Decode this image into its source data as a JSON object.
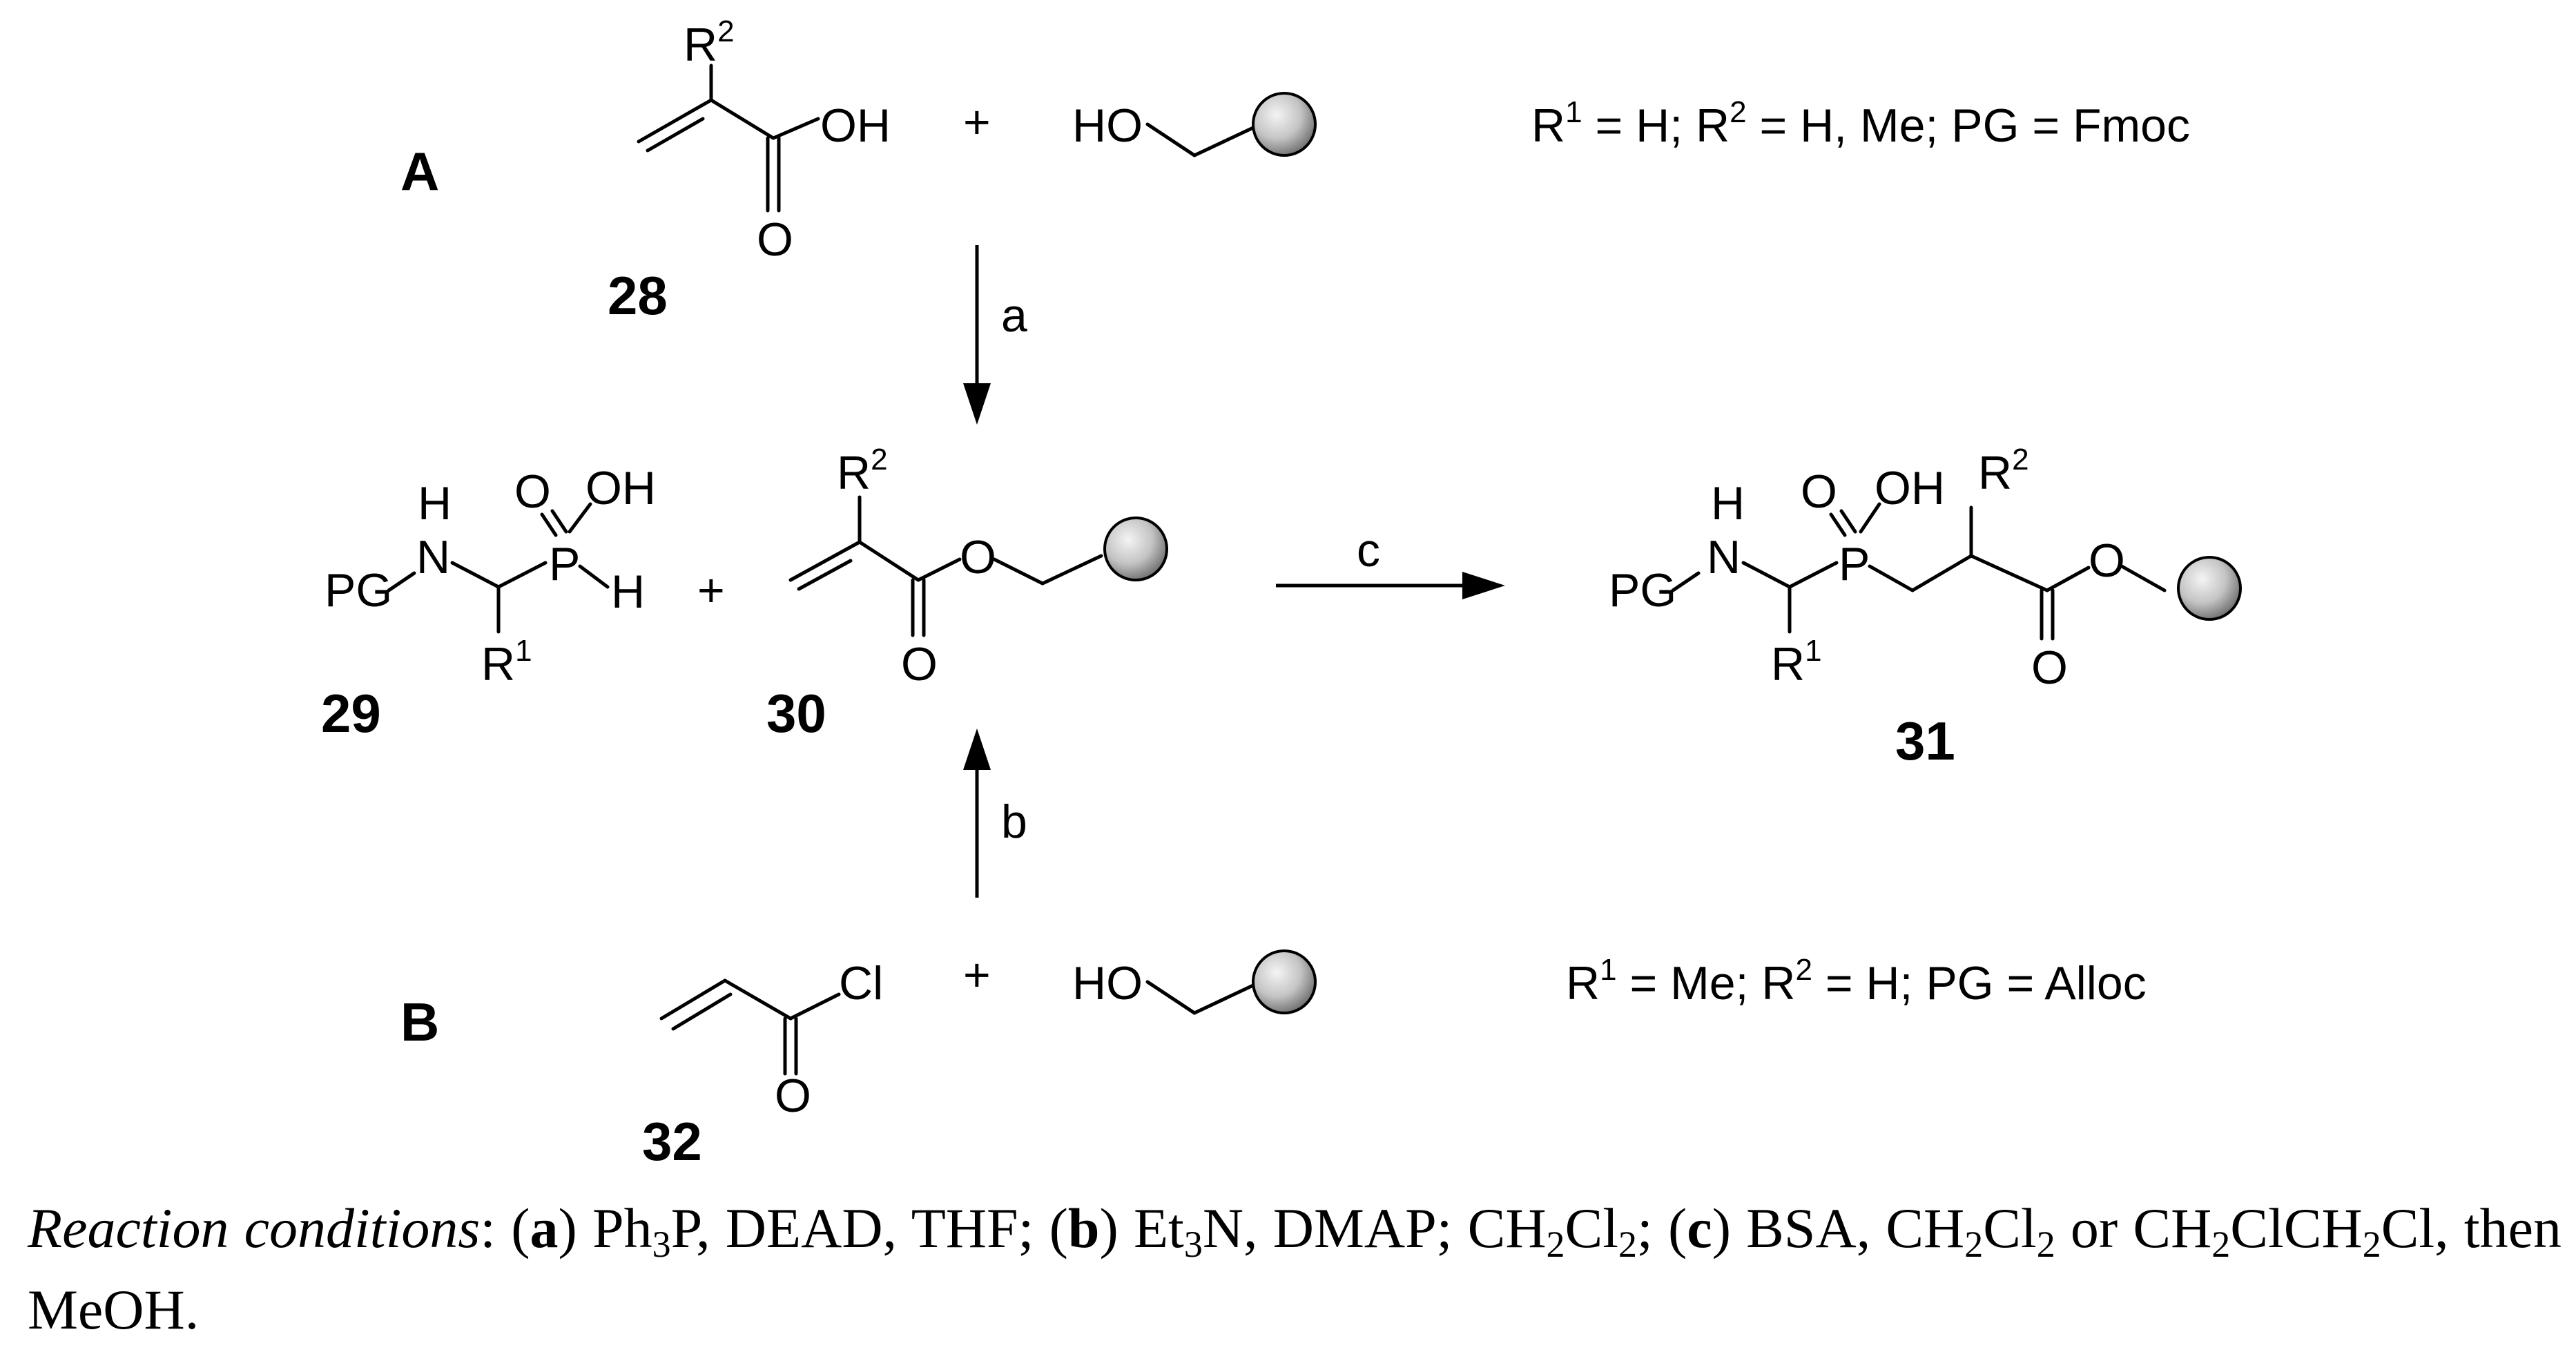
{
  "scheme": {
    "panels": {
      "a": "A",
      "b": "B"
    },
    "plus": "+",
    "compounds": {
      "c28": "28",
      "c29": "29",
      "c30": "30",
      "c31": "31",
      "c32": "32"
    },
    "atoms": {
      "R": "R",
      "sup1": "1",
      "sup2": "2",
      "OH": "OH",
      "O": "O",
      "HO": "HO",
      "H": "H",
      "N": "N",
      "P": "P",
      "PG": "PG",
      "Cl": "Cl"
    },
    "steps": {
      "a": "a",
      "b": "b",
      "c": "c"
    },
    "conditions": {
      "A": {
        "r1": "R",
        "r1_sup": "1",
        "r1_rest": " = H; ",
        "r2": "R",
        "r2_sup": "2",
        "r2_rest": " = H, Me; PG = Fmoc"
      },
      "B": {
        "r1": "R",
        "r1_sup": "1",
        "r1_rest": " = Me; ",
        "r2": "R",
        "r2_sup": "2",
        "r2_rest": " = H; PG = Alloc"
      }
    }
  },
  "caption": {
    "lead": "Reaction conditions",
    "colon": ": (",
    "a": "a",
    "a_text": ") Ph",
    "a_s1": "3",
    "a_text2": "P, DEAD, THF; (",
    "b": "b",
    "b_text": ") Et",
    "b_s1": "3",
    "b_text2": "N, DMAP; CH",
    "b_s2": "2",
    "b_text3": "Cl",
    "b_s3": "2",
    "b_text4": "; (",
    "c": "c",
    "c_text": ") BSA, CH",
    "c_s1": "2",
    "c_text2": "Cl",
    "c_s2": "2",
    "c_text3": " or CH",
    "c_s3": "2",
    "c_text4": "ClCH",
    "c_s4": "2",
    "c_text5": "Cl, then MeOH."
  },
  "colors": {
    "ink": "#000000",
    "resin_light": "#f4f4f4",
    "resin_dark": "#6a6a6a"
  }
}
